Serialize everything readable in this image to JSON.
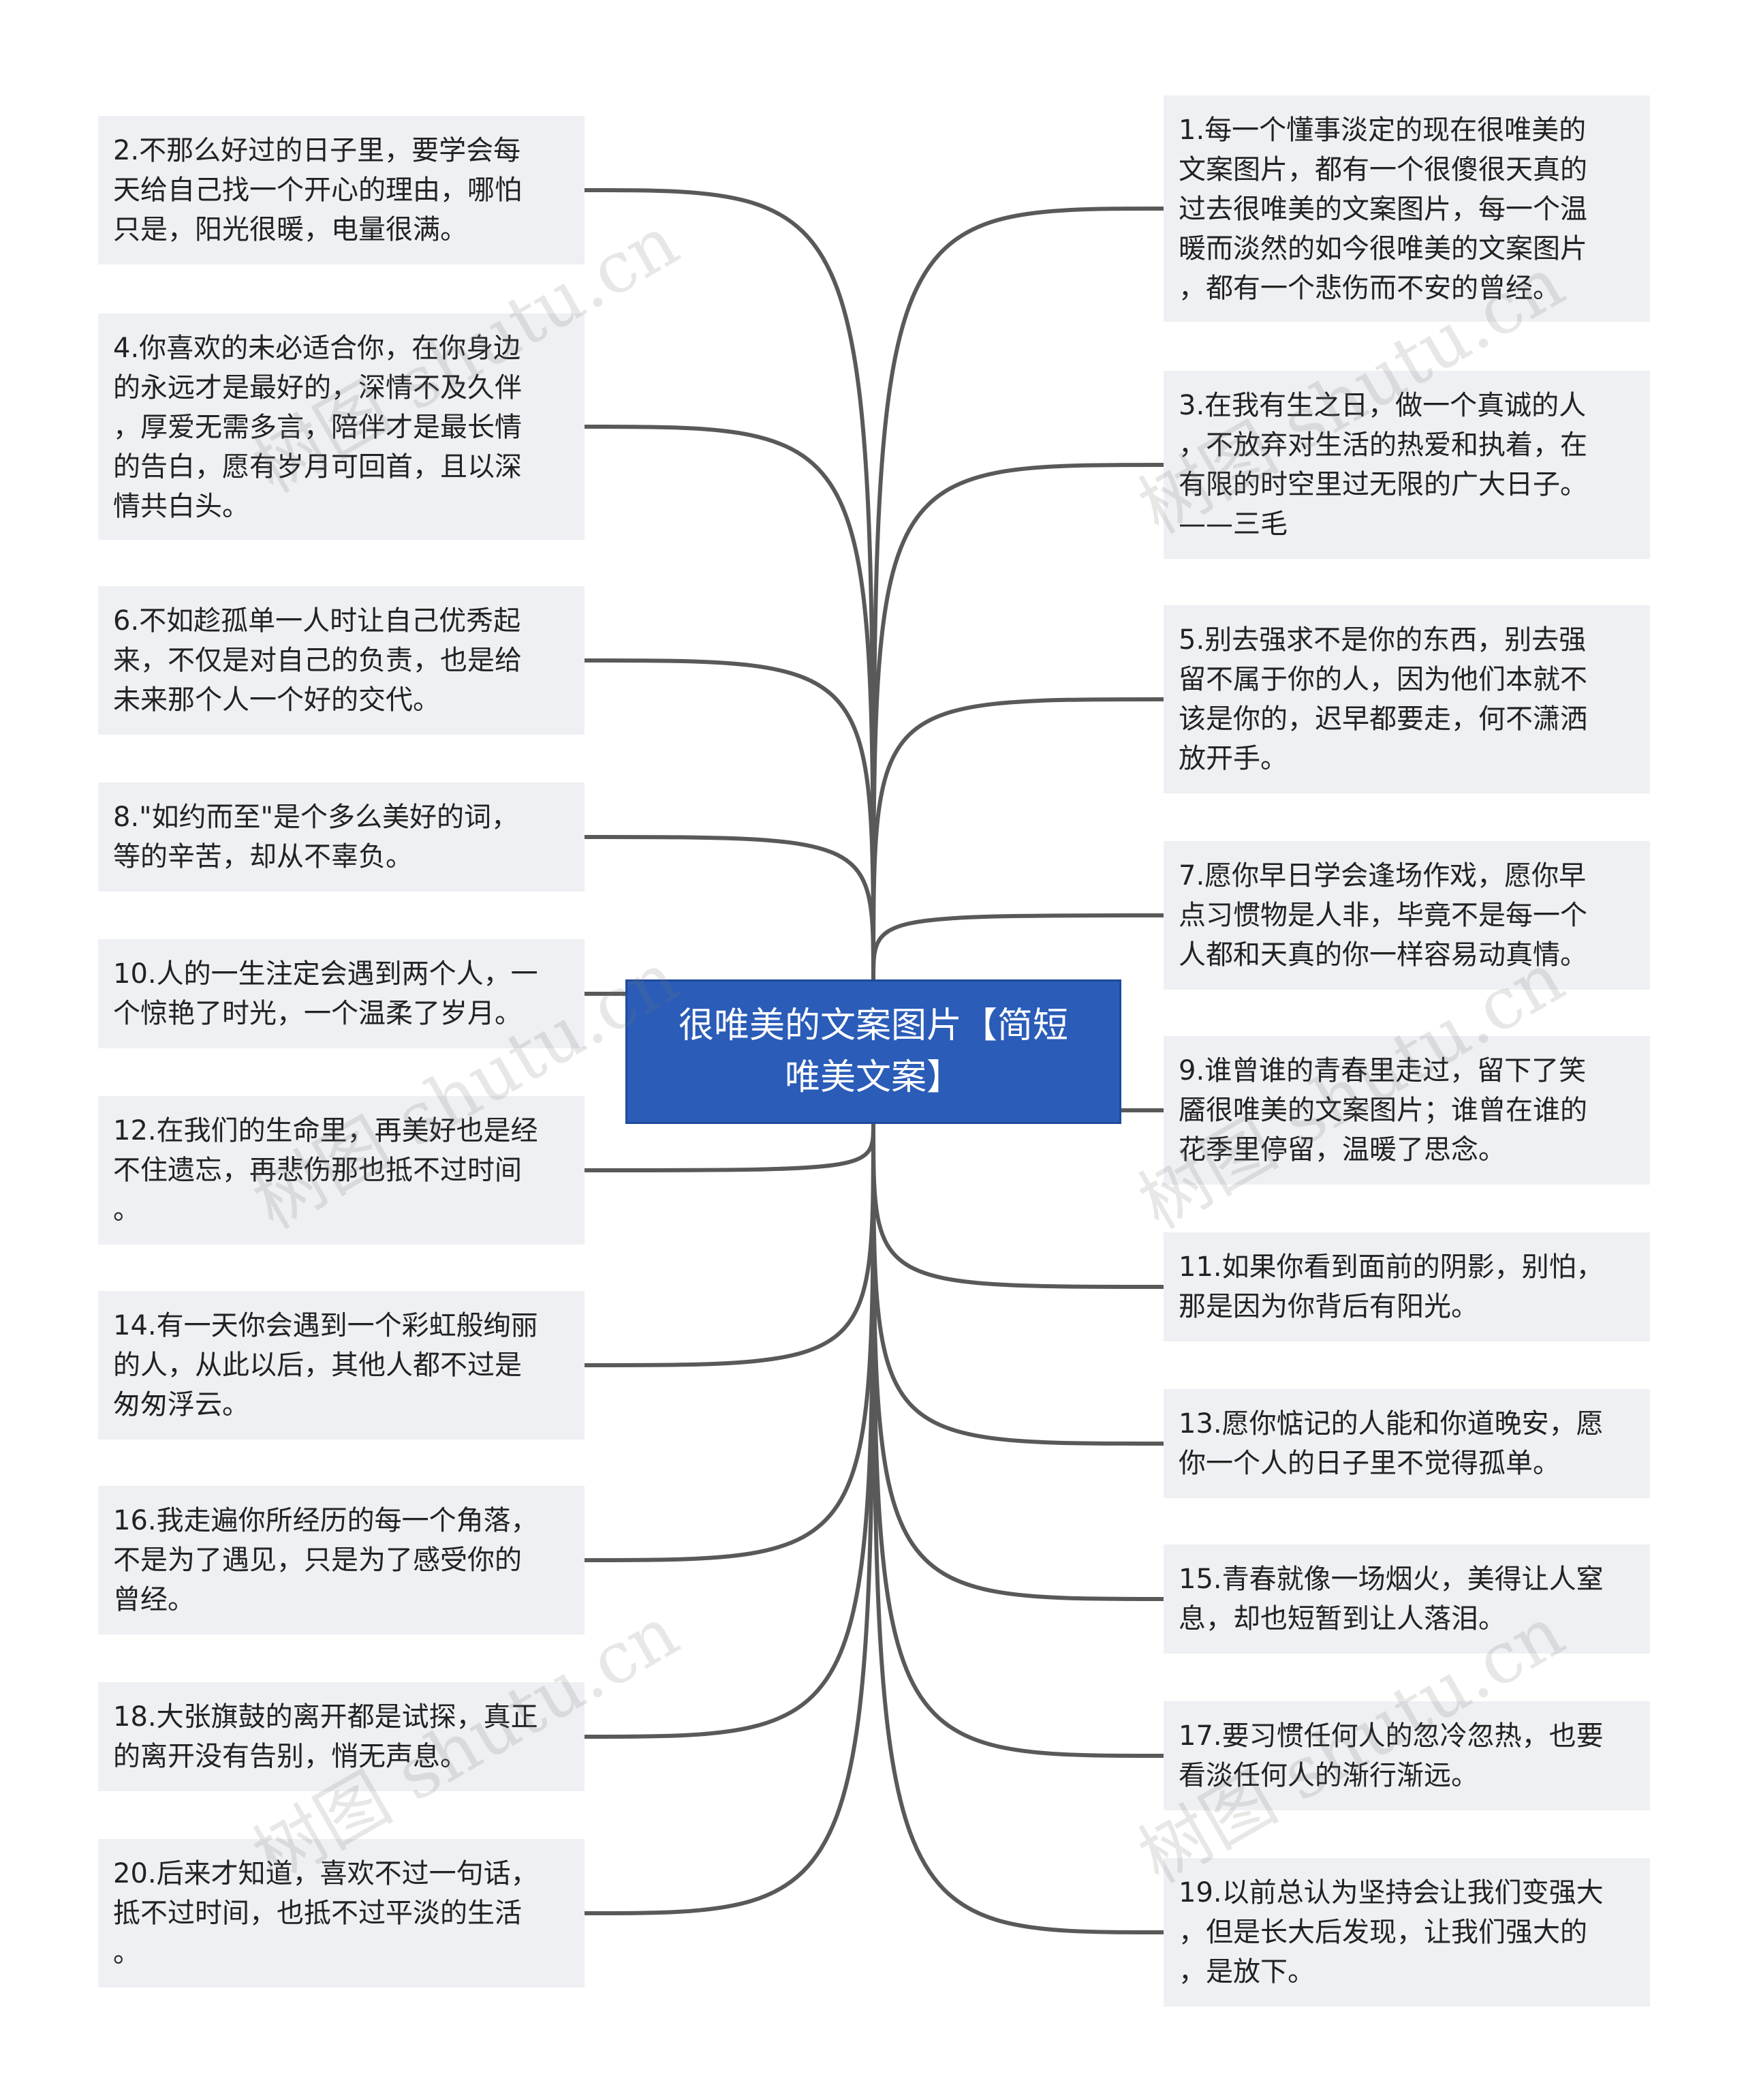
{
  "center": {
    "title": "很唯美的文案图片【简短\n唯美文案】"
  },
  "left_nodes": [
    {
      "text": "2.不那么好过的日子里，要学会每\n天给自己找一个开心的理由，哪怕\n只是，阳光很暖，电量很满。"
    },
    {
      "text": "4.你喜欢的未必适合你，在你身边\n的永远才是最好的，深情不及久伴\n，厚爱无需多言，陪伴才是最长情\n的告白，愿有岁月可回首，且以深\n情共白头。"
    },
    {
      "text": "6.不如趁孤单一人时让自己优秀起\n来，不仅是对自己的负责，也是给\n未来那个人一个好的交代。"
    },
    {
      "text": "8.\"如约而至\"是个多么美好的词，\n等的辛苦，却从不辜负。"
    },
    {
      "text": "10.人的一生注定会遇到两个人，一\n个惊艳了时光，一个温柔了岁月。"
    },
    {
      "text": "12.在我们的生命里，再美好也是经\n不住遗忘，再悲伤那也抵不过时间\n。"
    },
    {
      "text": "14.有一天你会遇到一个彩虹般绚丽\n的人，从此以后，其他人都不过是\n匆匆浮云。"
    },
    {
      "text": "16.我走遍你所经历的每一个角落，\n不是为了遇见，只是为了感受你的\n曾经。"
    },
    {
      "text": "18.大张旗鼓的离开都是试探，真正\n的离开没有告别，悄无声息。"
    },
    {
      "text": "20.后来才知道，喜欢不过一句话，\n抵不过时间，也抵不过平淡的生活\n。"
    }
  ],
  "right_nodes": [
    {
      "text": "1.每一个懂事淡定的现在很唯美的\n文案图片，都有一个很傻很天真的\n过去很唯美的文案图片，每一个温\n暖而淡然的如今很唯美的文案图片\n，都有一个悲伤而不安的曾经。"
    },
    {
      "text": "3.在我有生之日，做一个真诚的人\n，不放弃对生活的热爱和执着，在\n有限的时空里过无限的广大日子。\n——三毛"
    },
    {
      "text": "5.别去强求不是你的东西，别去强\n留不属于你的人，因为他们本就不\n该是你的，迟早都要走，何不潇洒\n放开手。"
    },
    {
      "text": "7.愿你早日学会逢场作戏，愿你早\n点习惯物是人非，毕竟不是每一个\n人都和天真的你一样容易动真情。"
    },
    {
      "text": "9.谁曾谁的青春里走过，留下了笑\n靥很唯美的文案图片；谁曾在谁的\n花季里停留，温暖了思念。"
    },
    {
      "text": "11.如果你看到面前的阴影，别怕，\n那是因为你背后有阳光。"
    },
    {
      "text": "13.愿你惦记的人能和你道晚安，愿\n你一个人的日子里不觉得孤单。"
    },
    {
      "text": "15.青春就像一场烟火，美得让人窒\n息，却也短暂到让人落泪。"
    },
    {
      "text": "17.要习惯任何人的忽冷忽热，也要\n看淡任何人的渐行渐远。"
    },
    {
      "text": "19.以前总认为坚持会让我们变强大\n，但是长大后发现，让我们强大的\n，是放下。"
    }
  ],
  "watermark": "树图 shutu.cn",
  "colors": {
    "center_fill": "#2a5cb8",
    "node_fill": "#eef0f3",
    "link": "#595959"
  }
}
